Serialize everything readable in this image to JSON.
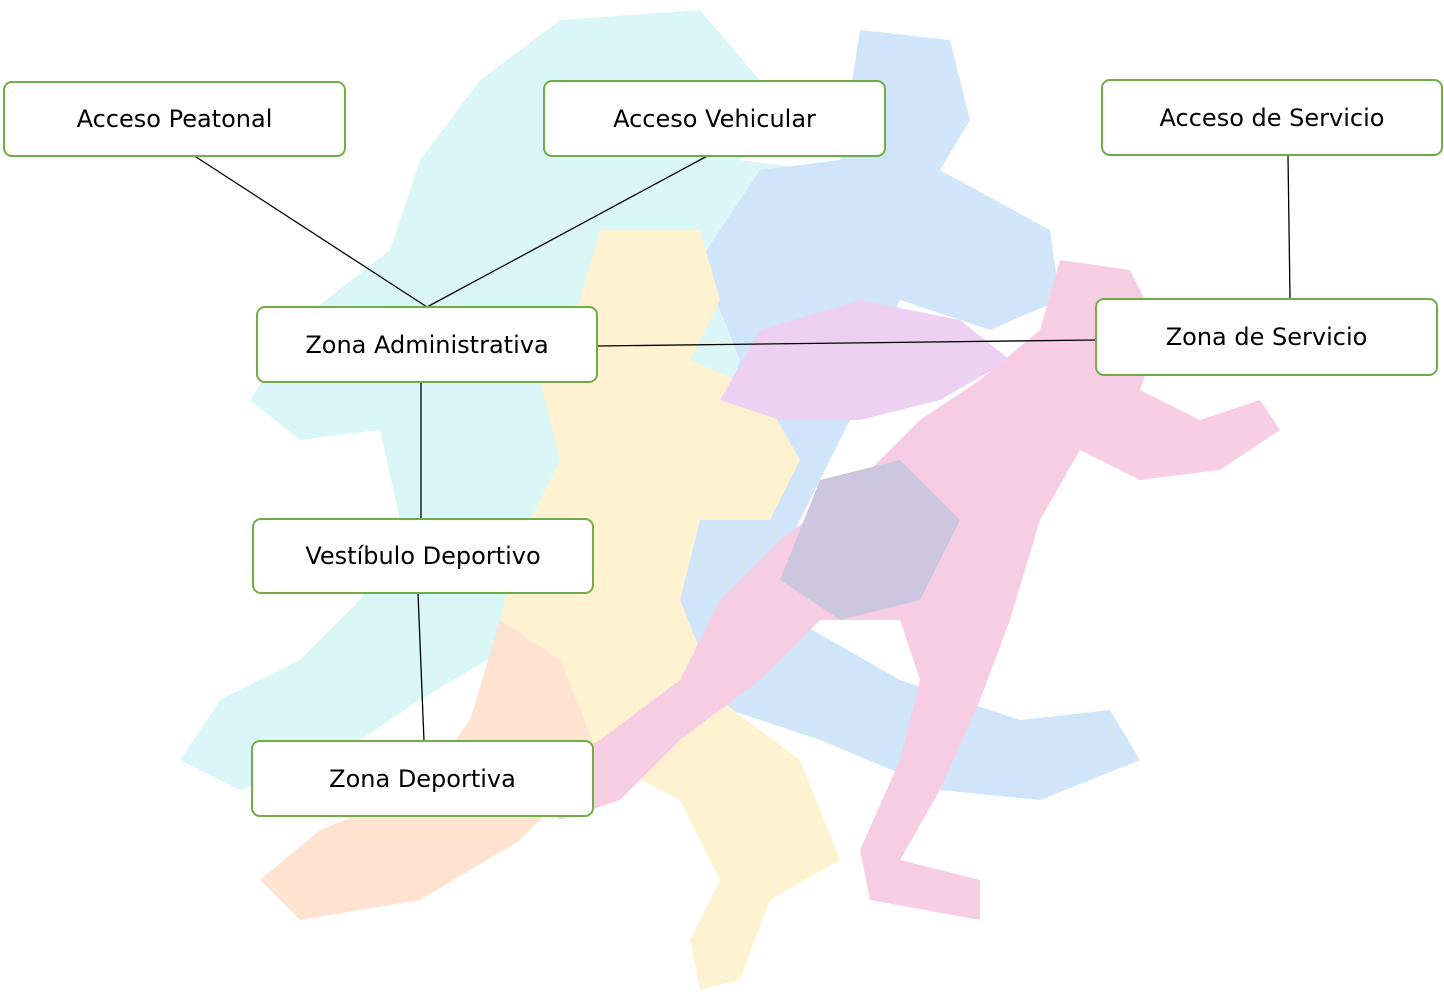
{
  "nodes": {
    "acceso_peatonal": "Acceso Peatonal",
    "acceso_vehicular": "Acceso Vehicular",
    "acceso_servicio": "Acceso de Servicio",
    "zona_administrativa": "Zona Administrativa",
    "zona_servicio": "Zona de Servicio",
    "vestibulo_deportivo": "Vestíbulo Deportivo",
    "zona_deportiva": "Zona Deportiva"
  },
  "connections": [
    [
      "acceso_peatonal",
      "zona_administrativa"
    ],
    [
      "acceso_vehicular",
      "zona_administrativa"
    ],
    [
      "acceso_servicio",
      "zona_servicio"
    ],
    [
      "zona_administrativa",
      "zona_servicio"
    ],
    [
      "zona_administrativa",
      "vestibulo_deportivo"
    ],
    [
      "vestibulo_deportivo",
      "zona_deportiva"
    ]
  ],
  "colors": {
    "node_border": "#70ad47",
    "connector": "#000000"
  },
  "background": {
    "description_icon": "running-athletes-silhouette"
  }
}
